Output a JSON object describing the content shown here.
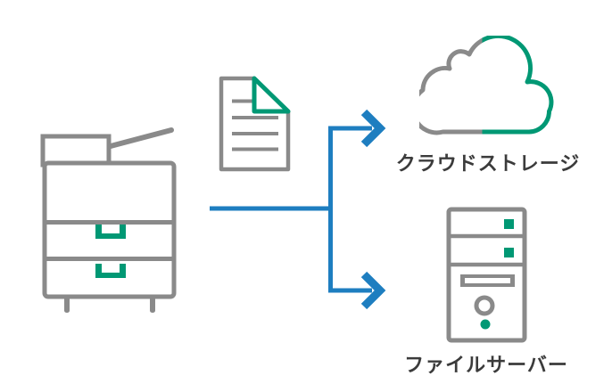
{
  "diagram": {
    "labels": {
      "cloud_storage": "クラウドストレージ",
      "file_server": "ファイルサーバー"
    },
    "colors": {
      "outline_gray": "#8A8A8A",
      "accent_green": "#009874",
      "arrow_blue": "#1E7EC0",
      "label_text": "#3B3B3B",
      "background": "#FFFFFF"
    },
    "icons": [
      "copier-icon",
      "scanned-document-icon",
      "cloud-icon",
      "file-server-icon",
      "branch-arrow-icon"
    ],
    "flow": {
      "source": "copier",
      "destinations": [
        "cloud_storage",
        "file_server"
      ]
    }
  }
}
